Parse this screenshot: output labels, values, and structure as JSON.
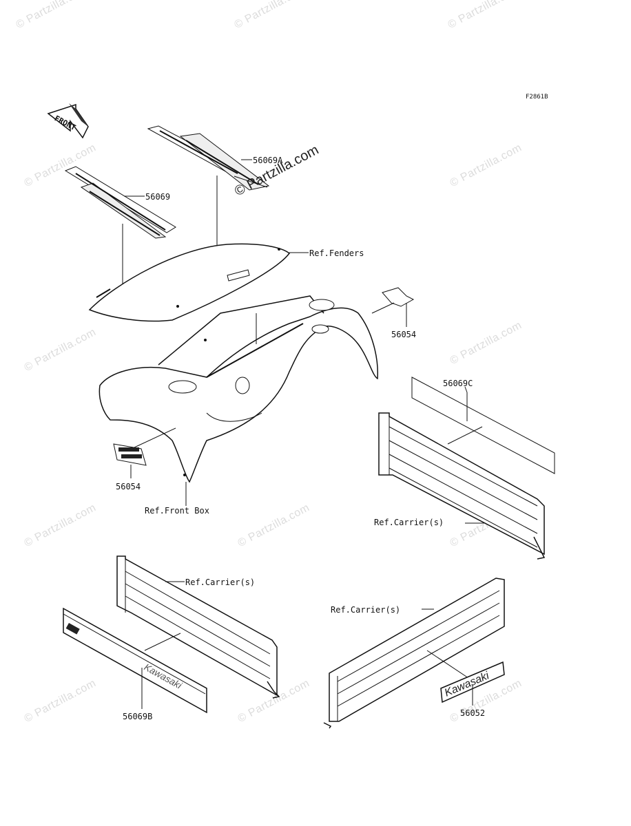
{
  "figure_code": "F2861B",
  "watermark": "© Partzilla.com",
  "front_arrow_text": "FRONT",
  "logo_text": "Kawasaki",
  "labels": {
    "p56069A": "56069A",
    "p56069": "56069",
    "ref_fenders": "Ref.Fenders",
    "p56054_right": "56054",
    "p56069C": "56069C",
    "p56054_left": "56054",
    "ref_front_box": "Ref.Front Box",
    "ref_carrier_right": "Ref.Carrier(s)",
    "ref_carrier_mid": "Ref.Carrier(s)",
    "ref_carrier_bottom": "Ref.Carrier(s)",
    "p56069B": "56069B",
    "p56052": "56052"
  }
}
